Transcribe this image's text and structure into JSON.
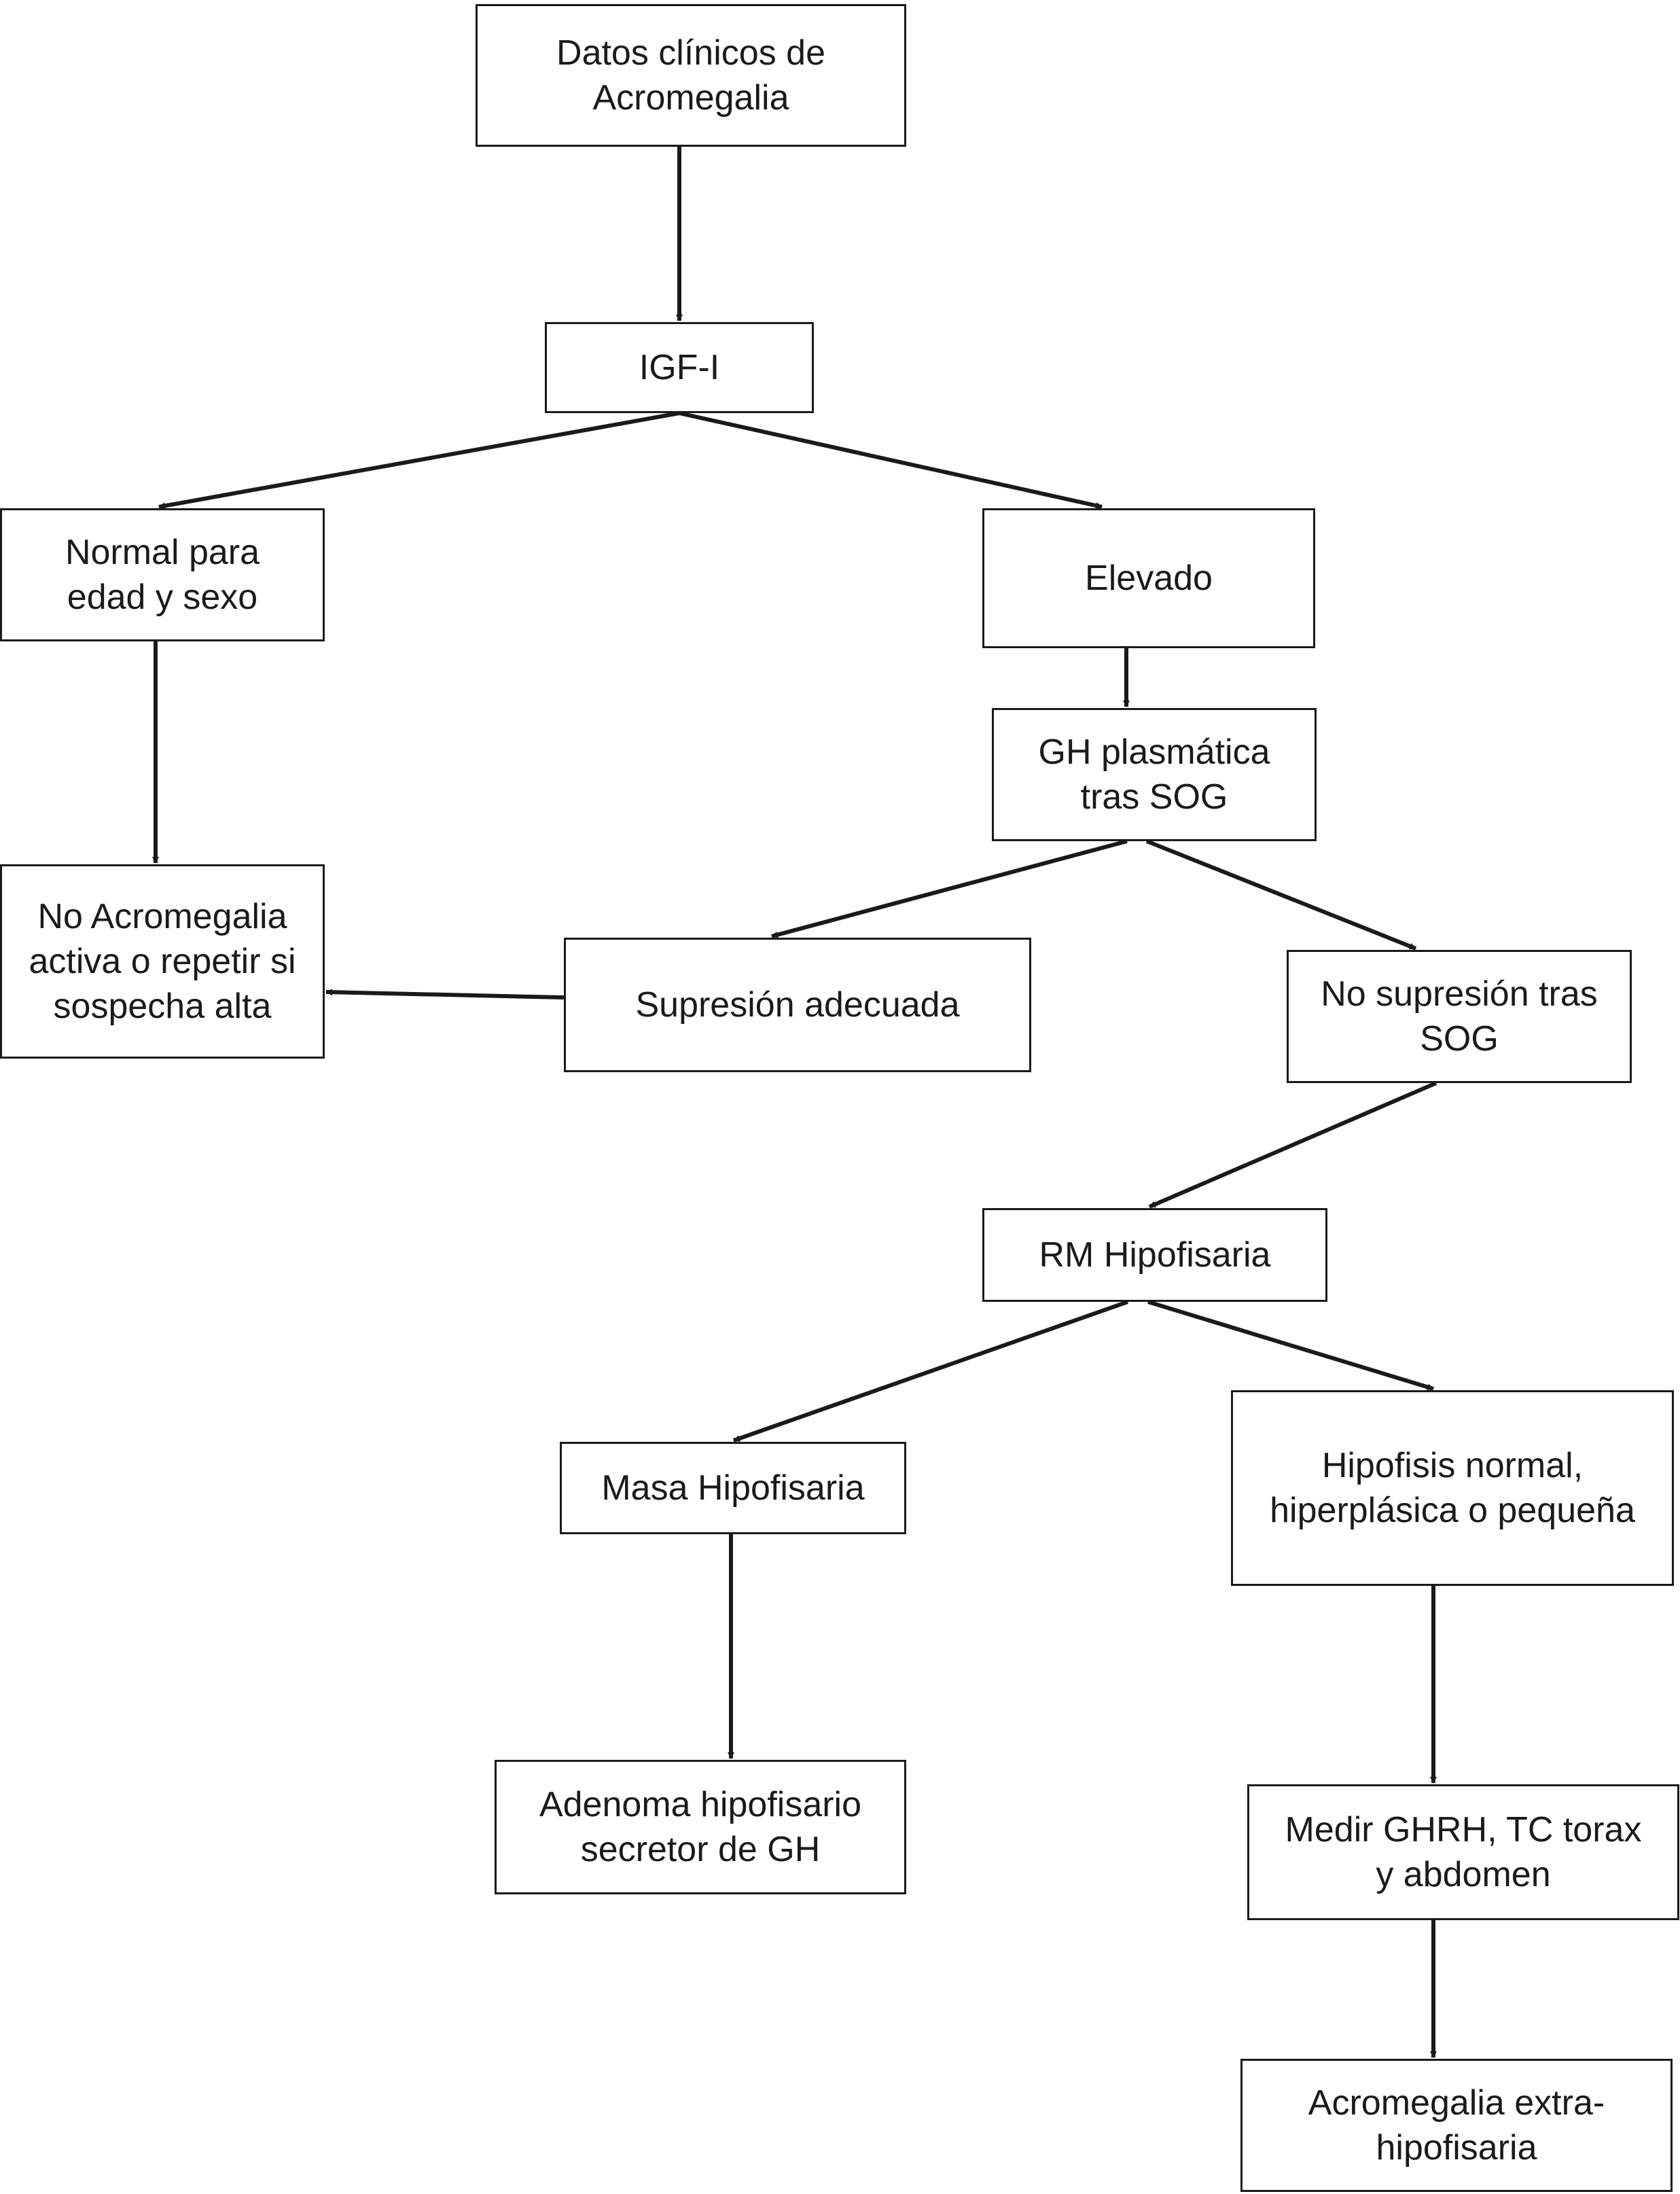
{
  "diagram": {
    "nodes": {
      "datos_clinicos": "Datos clínicos de\nAcromegalia",
      "igf1": "IGF-I",
      "normal": "Normal para\nedad y sexo",
      "elevado": "Elevado",
      "gh_plasmatica": "GH plasmática\ntras SOG",
      "no_acromegalia": "No Acromegalia\nactiva o repetir si\nsospecha alta",
      "supresion_adecuada": "Supresión adecuada",
      "no_supresion": "No supresión tras\nSOG",
      "rm_hipofisaria": "RM Hipofisaria",
      "masa_hipofisaria": "Masa Hipofisaria",
      "hipofisis_normal": "Hipofisis normal,\nhiperplásica o pequeña",
      "adenoma": "Adenoma hipofisario\nsecretor de GH",
      "medir_ghrh": "Medir GHRH, TC torax\ny abdomen",
      "acromegalia_extra": "Acromegalia extra-\nhipofisaria"
    },
    "edges": [
      [
        "datos_clinicos",
        "igf1"
      ],
      [
        "igf1",
        "normal"
      ],
      [
        "igf1",
        "elevado"
      ],
      [
        "normal",
        "no_acromegalia"
      ],
      [
        "elevado",
        "gh_plasmatica"
      ],
      [
        "gh_plasmatica",
        "supresion_adecuada"
      ],
      [
        "gh_plasmatica",
        "no_supresion"
      ],
      [
        "supresion_adecuada",
        "no_acromegalia"
      ],
      [
        "no_supresion",
        "rm_hipofisaria"
      ],
      [
        "rm_hipofisaria",
        "masa_hipofisaria"
      ],
      [
        "rm_hipofisaria",
        "hipofisis_normal"
      ],
      [
        "masa_hipofisaria",
        "adenoma"
      ],
      [
        "hipofisis_normal",
        "medir_ghrh"
      ],
      [
        "medir_ghrh",
        "acromegalia_extra"
      ]
    ]
  }
}
